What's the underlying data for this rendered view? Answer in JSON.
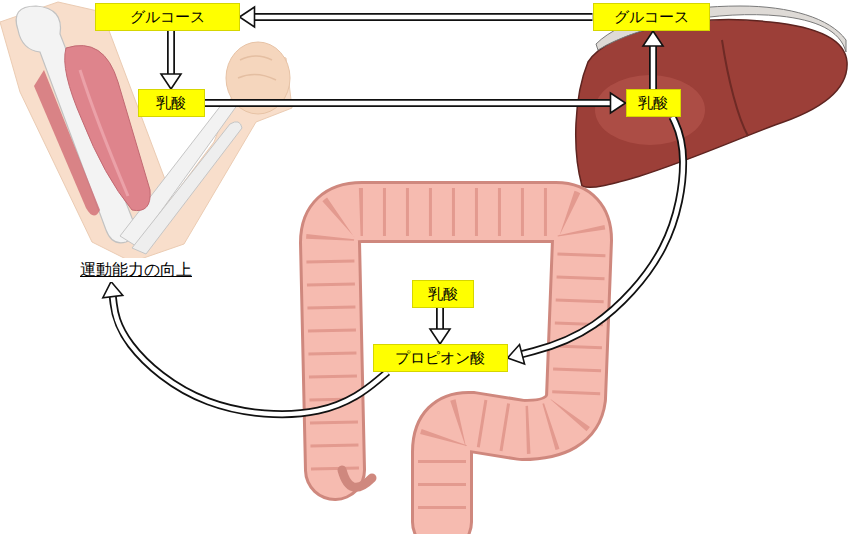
{
  "diagram": {
    "nodes": [
      {
        "text": [
          "グルコース"
        ]
      },
      {
        "text": [
          "グルコース"
        ]
      },
      {
        "text": [
          "乳酸"
        ]
      },
      {
        "text": [
          "乳酸"
        ]
      },
      {
        "text": [
          "運動能力の向上"
        ]
      },
      {
        "text": [
          "乳酸"
        ]
      },
      {
        "text": [
          "プロピオン酸"
        ]
      }
    ],
    "edges": [
      {
        "from": 1,
        "to": 0,
        "arrow": "to"
      },
      {
        "from": 0,
        "to": 2,
        "arrow": "to"
      },
      {
        "from": 2,
        "to": 3,
        "arrow": "to"
      },
      {
        "from": 3,
        "to": 1,
        "arrow": "to"
      },
      {
        "from": 3,
        "to": 6,
        "arrow": "to"
      },
      {
        "from": 5,
        "to": 6,
        "arrow": "to"
      },
      {
        "from": 6,
        "to": 4,
        "arrow": "to"
      }
    ]
  }
}
